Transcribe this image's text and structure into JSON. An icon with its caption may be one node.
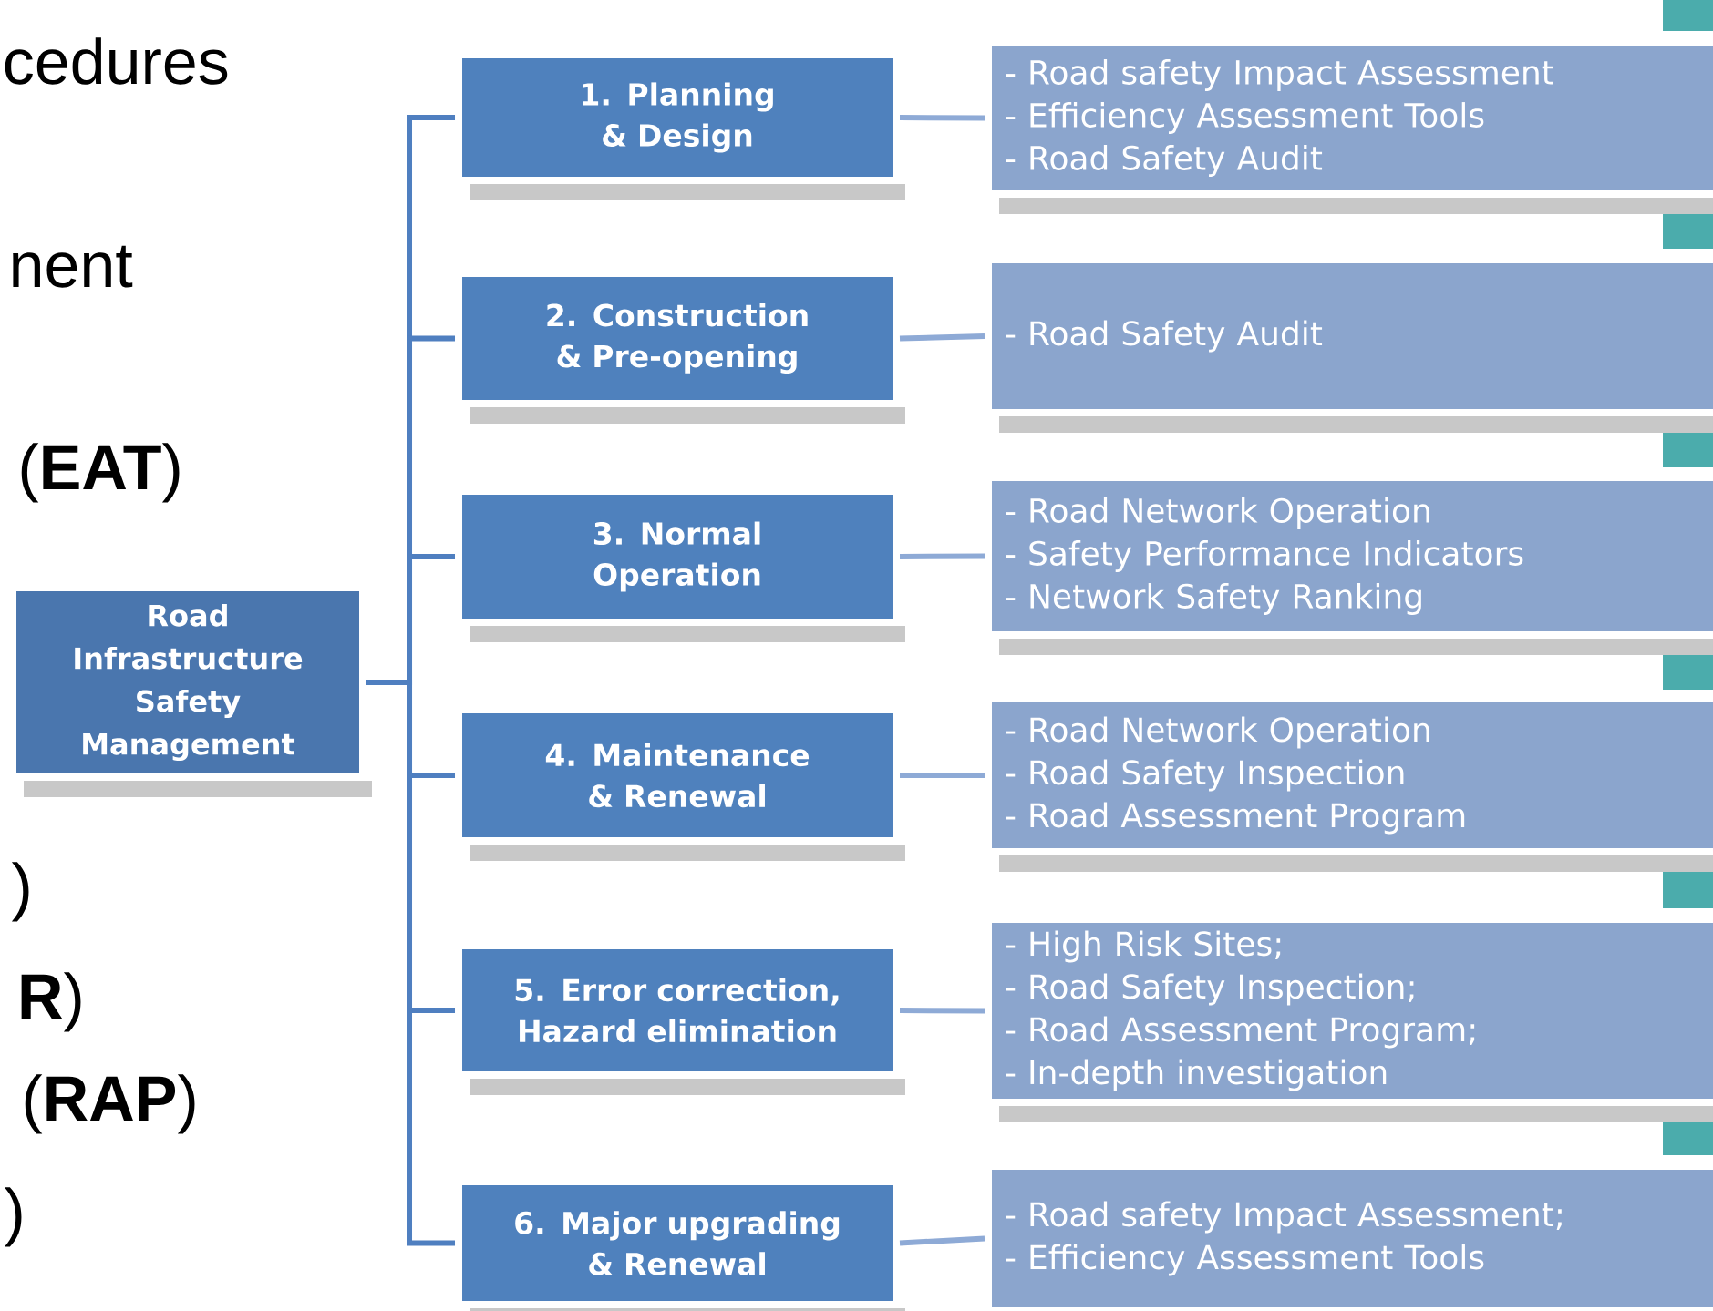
{
  "diagram": {
    "nodes": [
      {
        "text": [
          "Road Infrastructure Safety Management"
        ]
      },
      {
        "text": [
          "1. Planning & Design"
        ]
      },
      {
        "text": [
          "2. Construction & Pre-opening"
        ]
      },
      {
        "text": [
          "3. Normal Operation"
        ]
      },
      {
        "text": [
          "4. Maintenance & Renewal"
        ]
      },
      {
        "text": [
          "5. Error correction, Hazard elimination"
        ]
      },
      {
        "text": [
          "6. Major upgrading & Renewal"
        ]
      },
      {
        "text": [
          "- Road safety Impact Assessment",
          "- Efficiency Assessment Tools",
          "- Road Safety Audit"
        ]
      },
      {
        "text": [
          "- Road Safety Audit"
        ]
      },
      {
        "text": [
          "- Road Network Operation",
          "- Safety Performance Indicators",
          "- Network Safety Ranking"
        ]
      },
      {
        "text": [
          "- Road Network Operation",
          "- Road Safety Inspection",
          "- Road Assessment Program"
        ]
      },
      {
        "text": [
          "- High Risk Sites;",
          "- Road Safety Inspection;",
          "- Road Assessment Program;",
          "- In-depth investigation"
        ]
      },
      {
        "text": [
          "- Road safety Impact Assessment;",
          "- Efficiency Assessment Tools"
        ]
      }
    ],
    "edges": [
      {
        "from": 0,
        "to": 1,
        "arrow": "none"
      },
      {
        "from": 0,
        "to": 2,
        "arrow": "none"
      },
      {
        "from": 0,
        "to": 3,
        "arrow": "none"
      },
      {
        "from": 0,
        "to": 4,
        "arrow": "none"
      },
      {
        "from": 0,
        "to": 5,
        "arrow": "none"
      },
      {
        "from": 0,
        "to": 6,
        "arrow": "none"
      },
      {
        "from": 1,
        "to": 7,
        "arrow": "none",
        "color": "#8eaad6"
      },
      {
        "from": 2,
        "to": 8,
        "arrow": "none",
        "color": "#8eaad6"
      },
      {
        "from": 3,
        "to": 9,
        "arrow": "none",
        "color": "#8eaad6"
      },
      {
        "from": 4,
        "to": 10,
        "arrow": "none",
        "color": "#8eaad6"
      },
      {
        "from": 5,
        "to": 11,
        "arrow": "none",
        "color": "#8eaad6"
      },
      {
        "from": 6,
        "to": 12,
        "arrow": "none",
        "color": "#8eaad6"
      }
    ],
    "labels": [
      "cedures",
      "nent",
      "(**EAT**)",
      ")",
      "**R**)",
      "(**RAP**)",
      ")"
    ]
  }
}
